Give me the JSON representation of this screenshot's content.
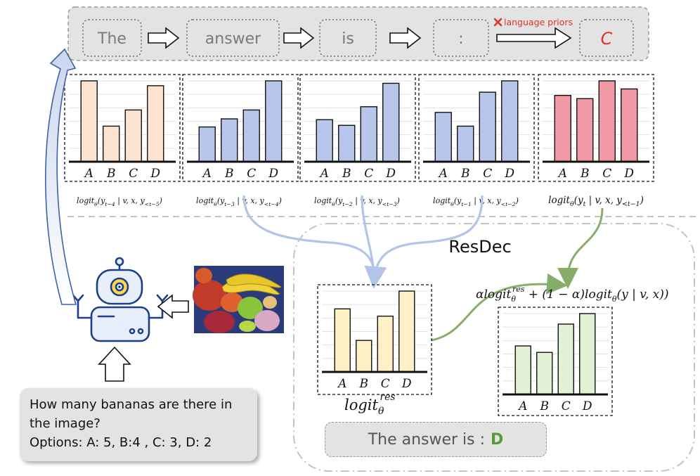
{
  "tokens": [
    "The",
    "answer",
    "is",
    ":",
    "C"
  ],
  "token_colors": {
    "normal": "#7a7a7a",
    "final": "#e0342a"
  },
  "cross_label": "language priors",
  "charts": [
    {
      "id": "t-4",
      "values": [
        1.0,
        0.44,
        0.64,
        0.94
      ],
      "color": "#fbe3cf",
      "caption": {
        "fn": "logit",
        "sub": "θ",
        "args": "(y",
        "ysub": "t−4",
        "cond": " | v, x, y",
        "csub": "<t−5",
        "close": ")"
      }
    },
    {
      "id": "t-3",
      "values": [
        0.43,
        0.53,
        0.64,
        1.0
      ],
      "color": "#b7c6ea",
      "caption": {
        "fn": "logit",
        "sub": "θ",
        "args": "(y",
        "ysub": "t−3",
        "cond": " | v, x, y",
        "csub": "<t−4",
        "close": ")"
      }
    },
    {
      "id": "t-2",
      "values": [
        0.52,
        0.45,
        0.68,
        0.97
      ],
      "color": "#b7c6ea",
      "caption": {
        "fn": "logit",
        "sub": "θ",
        "args": "(y",
        "ysub": "t−2",
        "cond": " | v, x, y",
        "csub": "<t−3",
        "close": ")"
      }
    },
    {
      "id": "t-1",
      "values": [
        0.61,
        0.44,
        0.86,
        1.0
      ],
      "color": "#b7c6ea",
      "caption": {
        "fn": "logit",
        "sub": "θ",
        "args": "(y",
        "ysub": "t−1",
        "cond": " | v, x, y",
        "csub": "<t−2",
        "close": ")"
      }
    },
    {
      "id": "t",
      "values": [
        0.82,
        0.78,
        1.0,
        0.9
      ],
      "color": "#f19aa6",
      "caption": {
        "fn": "logit",
        "sub": "θ",
        "args": "(y",
        "ysub": "t",
        "cond": " | v, x, y",
        "csub": "<t−1",
        "close": ")"
      }
    }
  ],
  "categories": [
    "A",
    "B",
    "C",
    "D"
  ],
  "resdec_title": "ResDec",
  "res_chart": {
    "values": [
      0.78,
      0.39,
      0.69,
      1.0
    ],
    "color": "#fff0c6",
    "caption": {
      "fn": "logit",
      "sub": "θ",
      "sup": "res"
    }
  },
  "mix_chart": {
    "values": [
      0.6,
      0.52,
      0.87,
      1.0
    ],
    "color": "#e2f0d6"
  },
  "formula": {
    "alpha": "α",
    "fn": "logit",
    "sub": "θ",
    "sup": "res",
    "mid": " + (1 − α)",
    "fn2": "logit",
    "sub2": "θ",
    "tail": "(y | v, x))"
  },
  "question": {
    "line1": "How many bananas are there in",
    "line2": "the image?",
    "line3": "Options: A: 5, B:4 , C: 3, D: 2"
  },
  "final_answer": {
    "prefix": "The answer is :",
    "letter": "D"
  }
}
